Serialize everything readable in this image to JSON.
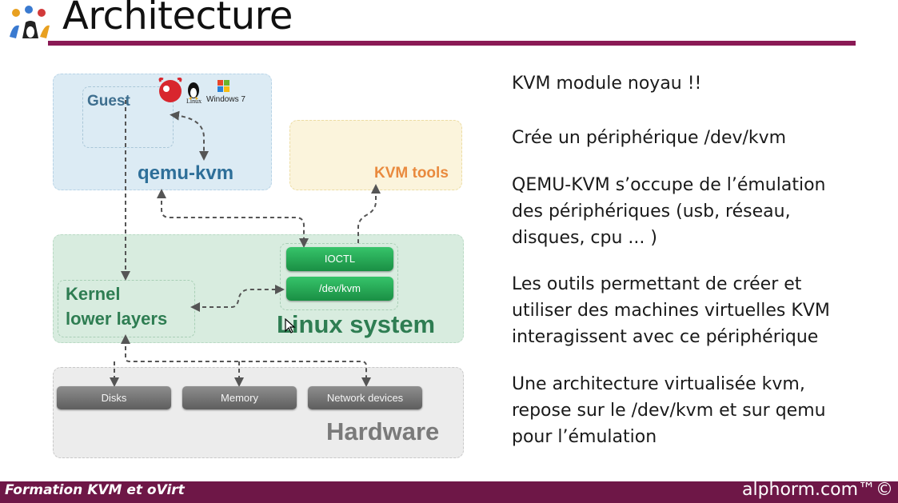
{
  "title": "Architecture",
  "diagram": {
    "guest_label": "Guest",
    "qemu_label": "qemu-kvm",
    "kvm_tools_label": "KVM tools",
    "kernel_line1": "Kernel",
    "kernel_line2": "lower layers",
    "linux_system_label": "Linux system",
    "ioctl_label": "IOCTL",
    "devkvm_label": "/dev/kvm",
    "hardware_label": "Hardware",
    "hardware_items": [
      "Disks",
      "Memory",
      "Network devices"
    ],
    "os_icons": [
      "freebsd-icon",
      "linux-tux-icon",
      "windows7-icon"
    ],
    "linux_icon_text": "Linux",
    "windows_icon_text": "Windows 7"
  },
  "bullets": [
    "KVM module noyau !!",
    "Crée un périphérique /dev/kvm",
    "QEMU-KVM s’occupe de l’émulation des périphériques (usb, réseau, disques, cpu ... )",
    "Les outils permettant de créer et utiliser des machines virtuelles KVM interagissent avec ce périphérique",
    "Une architecture virtualisée kvm, repose sur le /dev/kvm et sur qemu pour l’émulation"
  ],
  "bullet_lines": {
    "p3": [
      "QEMU-KVM",
      " s’occupe de l’émulation",
      "des périphériques (usb, réseau,",
      "disques, cpu ... )"
    ],
    "p4": [
      "Les outils permettant de créer et",
      "utiliser des machines virtuelles KVM",
      "interagissent avec ce périphérique"
    ],
    "p5": [
      "Une architecture virtualisée kvm,",
      "repose sur le /dev/kvm et sur qemu",
      "pour l’émulation"
    ]
  },
  "footer": {
    "left": "Formation KVM et oVirt",
    "right": "alphorm.com™©"
  },
  "colors": {
    "accent": "#8a1a55",
    "footer_bg": "#6e1747",
    "guest_zone": "#dcebf4",
    "tools_zone": "#fbf4dc",
    "linux_zone": "#d8ecdf",
    "hardware_zone": "#ececec",
    "green_button": "#1a8f44",
    "kvm_tools_text": "#e98a3e"
  }
}
